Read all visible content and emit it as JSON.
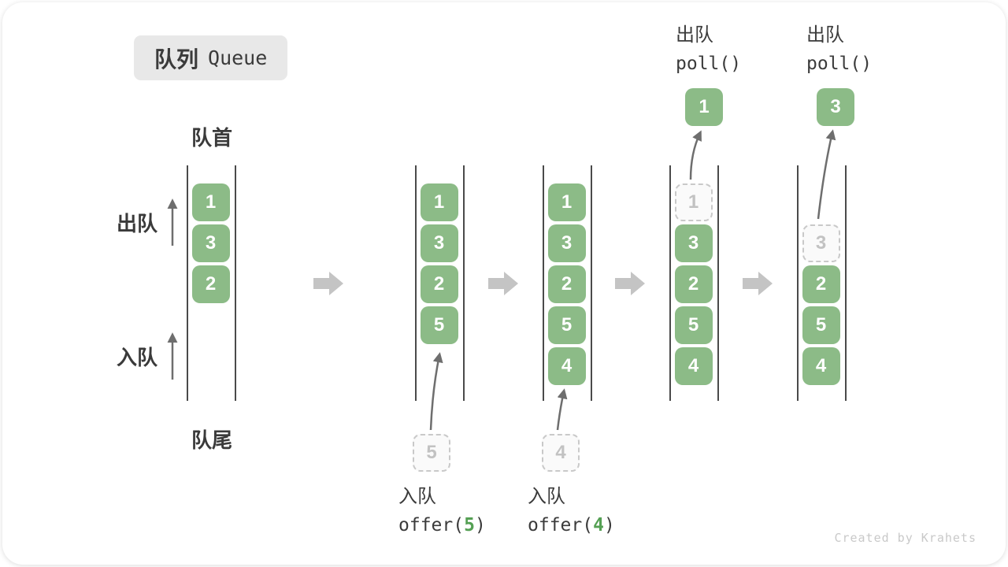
{
  "title": {
    "zh": "队列",
    "en": "Queue"
  },
  "side_labels": {
    "front": "队首",
    "rear": "队尾",
    "dequeue": "出队",
    "enqueue": "入队"
  },
  "states": [
    {
      "name": "initial",
      "cells": [
        {
          "value": "1",
          "slot": 0,
          "dashed": false
        },
        {
          "value": "3",
          "slot": 1,
          "dashed": false
        },
        {
          "value": "2",
          "slot": 2,
          "dashed": false
        }
      ]
    },
    {
      "name": "after-offer-5",
      "cells": [
        {
          "value": "1",
          "slot": 0,
          "dashed": false
        },
        {
          "value": "3",
          "slot": 1,
          "dashed": false
        },
        {
          "value": "2",
          "slot": 2,
          "dashed": false
        },
        {
          "value": "5",
          "slot": 3,
          "dashed": false
        }
      ],
      "bottom_box": {
        "value": "5"
      },
      "op": {
        "action": "入队",
        "code_prefix": "offer(",
        "arg": "5",
        "code_suffix": ")"
      }
    },
    {
      "name": "after-offer-4",
      "cells": [
        {
          "value": "1",
          "slot": 0,
          "dashed": false
        },
        {
          "value": "3",
          "slot": 1,
          "dashed": false
        },
        {
          "value": "2",
          "slot": 2,
          "dashed": false
        },
        {
          "value": "5",
          "slot": 3,
          "dashed": false
        },
        {
          "value": "4",
          "slot": 4,
          "dashed": false
        }
      ],
      "bottom_box": {
        "value": "4"
      },
      "op": {
        "action": "入队",
        "code_prefix": "offer(",
        "arg": "4",
        "code_suffix": ")"
      }
    },
    {
      "name": "after-poll-1",
      "cells": [
        {
          "value": "1",
          "slot": 0,
          "dashed": true
        },
        {
          "value": "3",
          "slot": 1,
          "dashed": false
        },
        {
          "value": "2",
          "slot": 2,
          "dashed": false
        },
        {
          "value": "5",
          "slot": 3,
          "dashed": false
        },
        {
          "value": "4",
          "slot": 4,
          "dashed": false
        }
      ],
      "top_box": {
        "value": "1"
      },
      "op": {
        "action": "出队",
        "code_prefix": "poll()",
        "arg": "",
        "code_suffix": ""
      }
    },
    {
      "name": "after-poll-3",
      "cells": [
        {
          "value": "3",
          "slot": 1,
          "dashed": true
        },
        {
          "value": "2",
          "slot": 2,
          "dashed": false
        },
        {
          "value": "5",
          "slot": 3,
          "dashed": false
        },
        {
          "value": "4",
          "slot": 4,
          "dashed": false
        }
      ],
      "top_box": {
        "value": "3"
      },
      "op": {
        "action": "出队",
        "code_prefix": "poll()",
        "arg": "",
        "code_suffix": ""
      }
    }
  ],
  "colors": {
    "cell_green": "#8cbb87",
    "code_arg_green": "#55a054",
    "step_arrow_gray": "#c4c4c4",
    "thin_arrow_gray": "#6e6e6e",
    "line_dark": "#4a4a4a",
    "badge_bg": "#e8e8e8",
    "dashed_border": "#c9c9c9"
  },
  "watermark": "Created by Krahets"
}
